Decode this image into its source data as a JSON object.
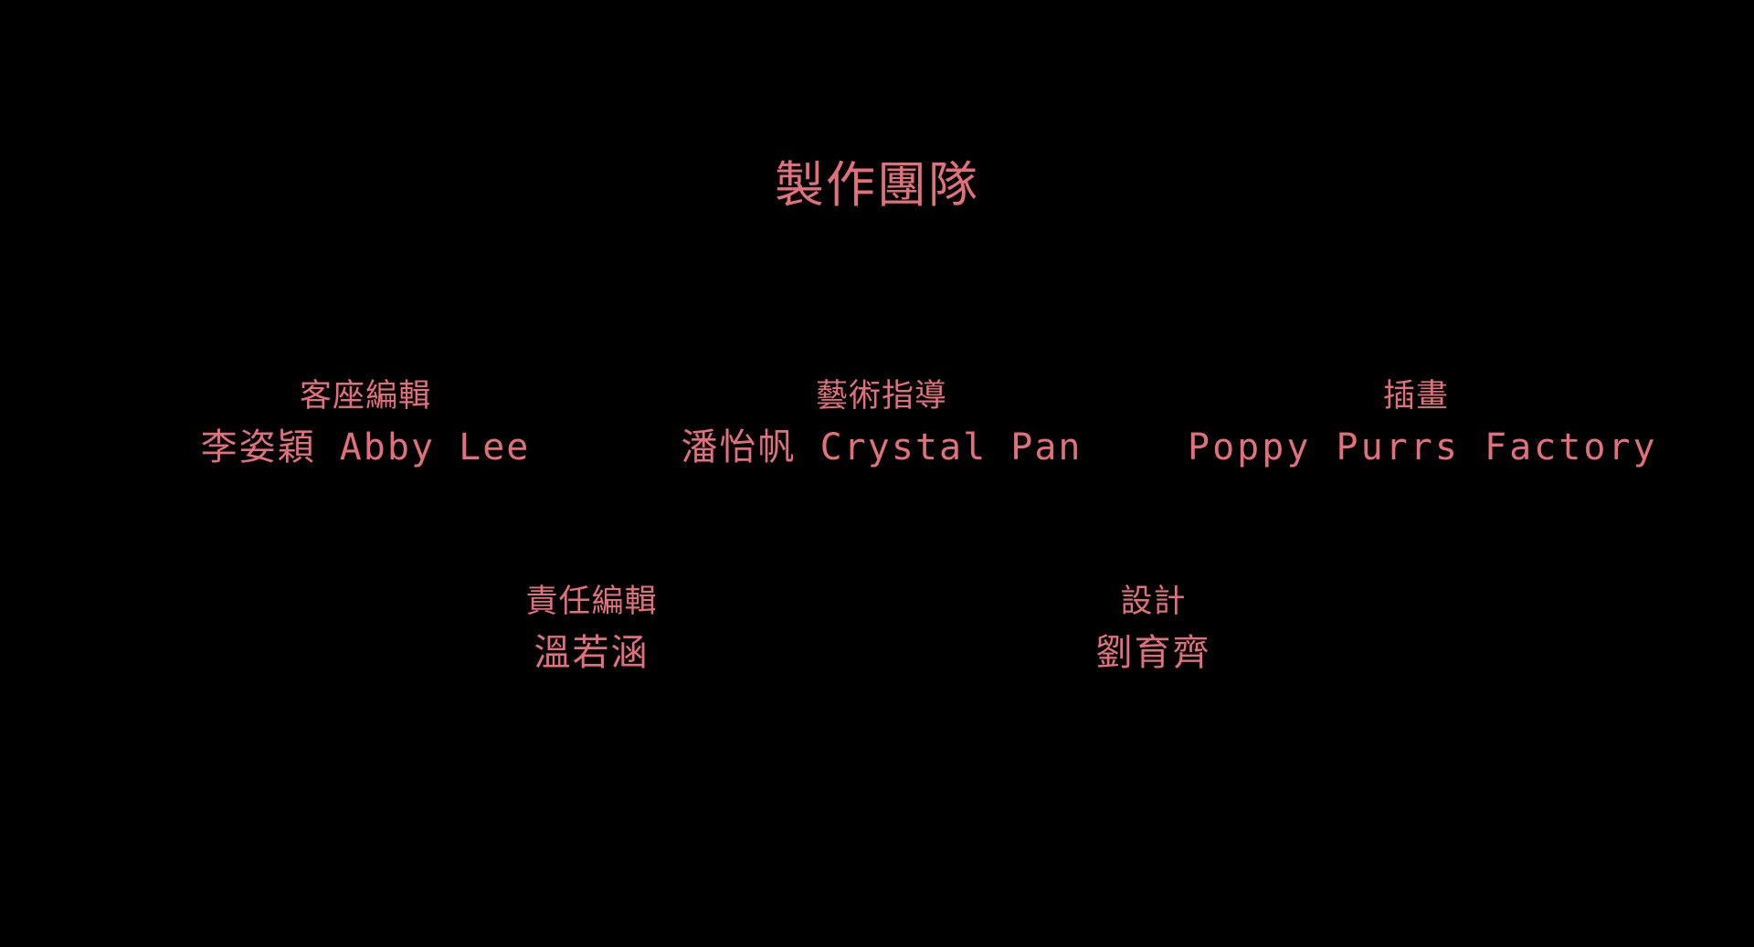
{
  "page": {
    "title": "製作團隊",
    "background_color": "#000000",
    "text_color": "#e0707a"
  },
  "credits": [
    {
      "role": "客座編輯",
      "name": "李姿穎 Abby Lee"
    },
    {
      "role": "藝術指導",
      "name": "潘怡帆 Crystal Pan"
    },
    {
      "role": "插畫",
      "name": "Poppy Purrs Factory"
    },
    {
      "role": "責任編輯",
      "name": "溫若涵"
    },
    {
      "role": "設計",
      "name": "劉育齊"
    }
  ]
}
